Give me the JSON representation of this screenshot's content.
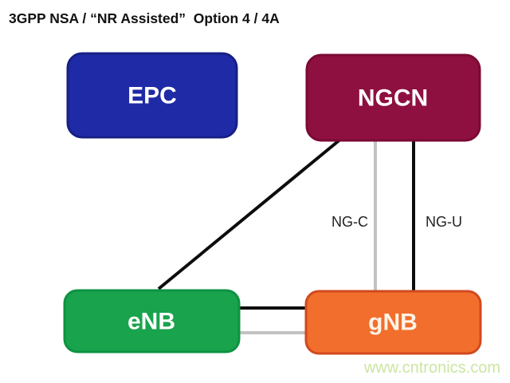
{
  "title": "3GPP NSA / “NR Assisted”  Option 4 / 4A",
  "nodes": {
    "epc": {
      "label": "EPC",
      "fill": "#1f2aa6",
      "border": "#171f86",
      "text_color": "#ffffff"
    },
    "ngcn": {
      "label": "NGCN",
      "fill": "#8e1040",
      "border": "#7a0a33",
      "text_color": "#ffffff"
    },
    "enb": {
      "label": "eNB",
      "fill": "#18a34c",
      "border": "#0e9242",
      "text_color": "#ffffff"
    },
    "gnb": {
      "label": "gNB",
      "fill": "#f26e2d",
      "border": "#d1491e",
      "text_color": "#fdf4e6"
    }
  },
  "links": {
    "ngc_label": "NG-C",
    "ngu_label": "NG-U"
  },
  "colors": {
    "line_black": "#0d0d0d",
    "line_gray": "#c2c2c2",
    "title_text": "#111111",
    "link_label_text": "#222222"
  },
  "watermark": {
    "text": "www.cntronics.com",
    "color": "#cbe6a3"
  }
}
